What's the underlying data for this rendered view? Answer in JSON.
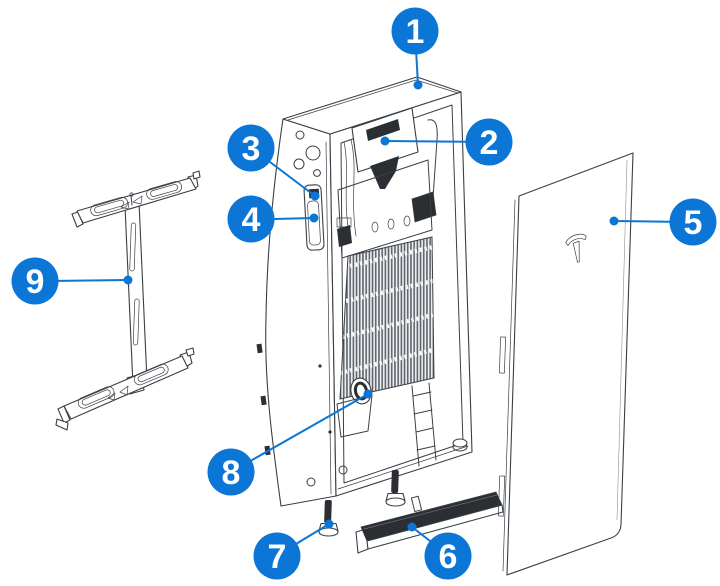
{
  "diagram": {
    "colors": {
      "accent": "#0b76d6",
      "line": "#3a3f45",
      "dark": "#2b2f34",
      "background": "#ffffff"
    },
    "icons": {
      "cover_logo": "tesla-logo-icon"
    },
    "callouts": [
      {
        "number": "1"
      },
      {
        "number": "2"
      },
      {
        "number": "3"
      },
      {
        "number": "4"
      },
      {
        "number": "5"
      },
      {
        "number": "6"
      },
      {
        "number": "7"
      },
      {
        "number": "8"
      },
      {
        "number": "9"
      }
    ]
  }
}
